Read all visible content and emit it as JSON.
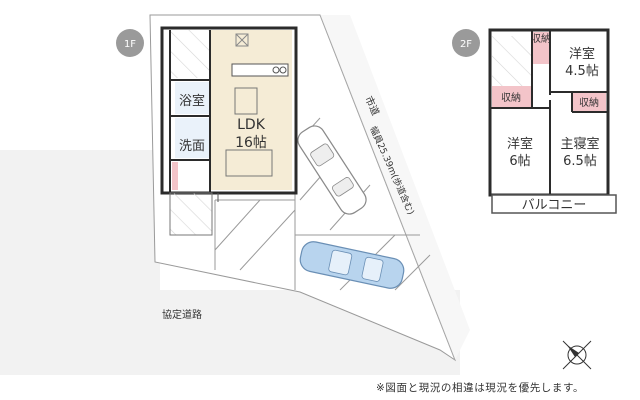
{
  "floor1": {
    "badge": "1F",
    "rooms": {
      "bath": "浴室",
      "washroom": "洗面",
      "ldk_name": "LDK",
      "ldk_size": "16帖"
    }
  },
  "floor2": {
    "badge": "2F",
    "rooms": {
      "western_a_name": "洋室",
      "western_a_size": "4.5帖",
      "western_b_name": "洋室",
      "western_b_size": "6帖",
      "master_name": "主寝室",
      "master_size": "6.5帖",
      "storage_top": "収納",
      "storage_left": "収納",
      "storage_right": "収納",
      "balcony": "バルコニー"
    }
  },
  "site": {
    "city_road": "市道",
    "road_width": "幅員25.39m(歩道含む)",
    "agreed_road": "協定道路"
  },
  "note": "※図面と現況の相違は現況を優先します。",
  "colors": {
    "badge_gray": "#9a9a9a",
    "ldk_floor": "#f5ecd6",
    "wet_floor": "#eaf2fa",
    "storage_fill": "#f3c4c9",
    "site_gray": "#f2f2f2",
    "wall": "#2b2b2b",
    "car_blue": "#b8d4ee"
  },
  "icons": [
    "compass-icon",
    "parking-car-icon"
  ]
}
